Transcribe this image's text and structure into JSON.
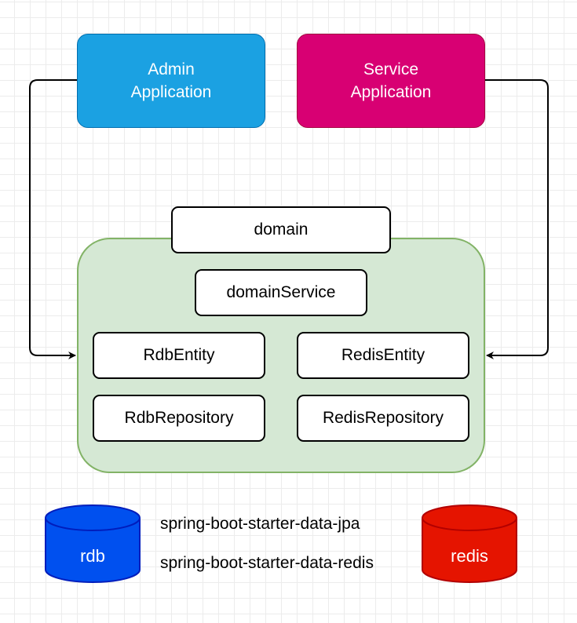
{
  "apps": {
    "admin": {
      "line1": "Admin",
      "line2": "Application",
      "fill": "#1ba1e2",
      "stroke": "#006eaf"
    },
    "service": {
      "line1": "Service",
      "line2": "Application",
      "fill": "#d80073",
      "stroke": "#a50040"
    }
  },
  "domain_module": {
    "label": "domain",
    "fill": "#d5e8d4",
    "stroke": "#82b366",
    "components": {
      "domain_service": "domainService",
      "rdb_entity": "RdbEntity",
      "redis_entity": "RedisEntity",
      "rdb_repository": "RdbRepository",
      "redis_repository": "RedisRepository"
    }
  },
  "datastores": {
    "rdb": {
      "label": "rdb",
      "fill": "#0050ef",
      "stroke": "#001dbc"
    },
    "redis": {
      "label": "redis",
      "fill": "#e51400",
      "stroke": "#b20000"
    }
  },
  "dependencies": {
    "jpa": "spring-boot-starter-data-jpa",
    "redis": "spring-boot-starter-data-redis"
  }
}
